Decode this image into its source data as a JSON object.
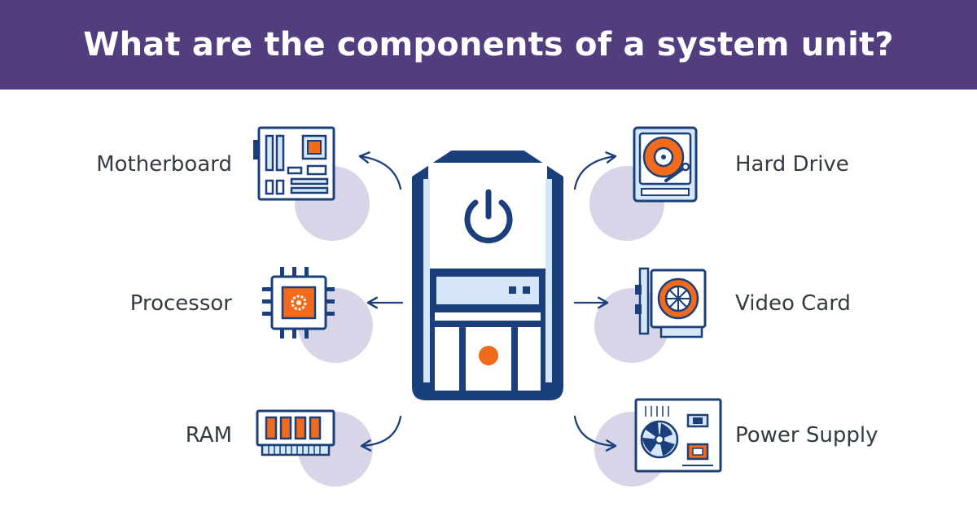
{
  "title": "What are the components of a system unit?",
  "components": {
    "motherboard": "Motherboard",
    "processor": "Processor",
    "ram": "RAM",
    "hard_drive": "Hard Drive",
    "video_card": "Video Card",
    "power_supply": "Power Supply"
  },
  "colors": {
    "banner": "#523e7e",
    "navy": "#1b3f7a",
    "light_blue": "#d4e6f8",
    "orange": "#f26a1b",
    "circle": "#d9d5e8",
    "text": "#333a44"
  },
  "icons": [
    "motherboard-icon",
    "processor-icon",
    "ram-icon",
    "hard-drive-icon",
    "video-card-icon",
    "power-supply-icon",
    "system-unit-icon",
    "power-symbol-icon"
  ]
}
